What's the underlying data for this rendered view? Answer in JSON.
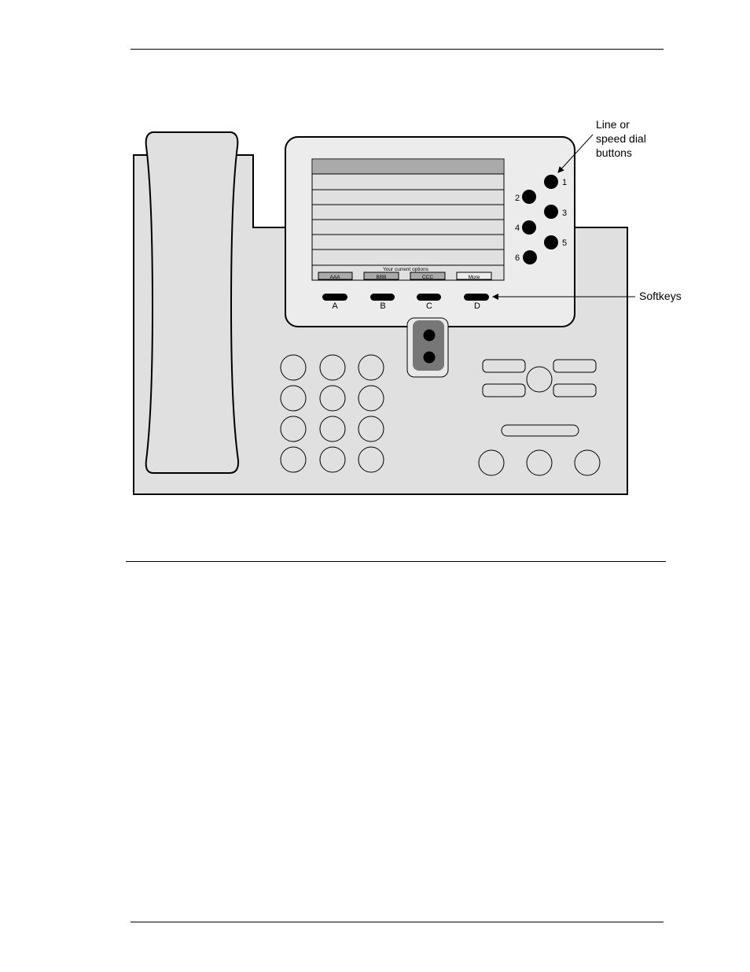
{
  "callouts": {
    "line_buttons": [
      "Line or",
      "speed dial",
      "buttons"
    ],
    "softkeys": "Softkeys"
  },
  "screen": {
    "status_text": "Your current options",
    "tabs": [
      "AAA",
      "BBB",
      "CCC",
      "More"
    ]
  },
  "softkey_labels": [
    "A",
    "B",
    "C",
    "D"
  ],
  "line_button_numbers": [
    "1",
    "2",
    "3",
    "4",
    "5",
    "6"
  ],
  "colors": {
    "body": "#e0e0e0",
    "screen_bar": "#aaaaaa",
    "nav_cluster": "#777777",
    "button_fill": "#000000"
  }
}
